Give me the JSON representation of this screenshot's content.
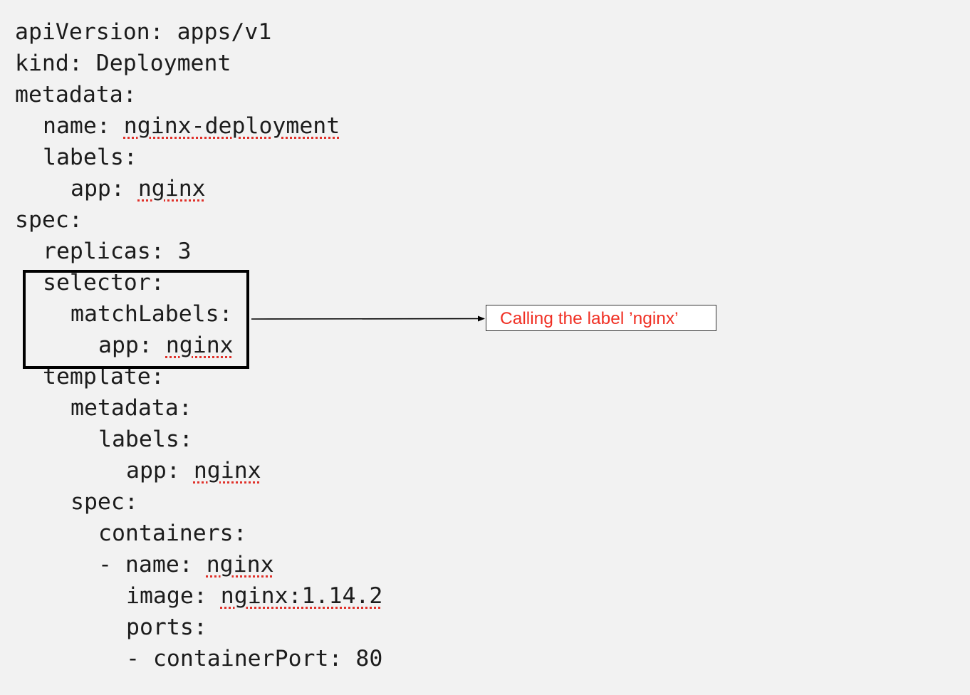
{
  "yaml": {
    "lines": [
      {
        "indent": 0,
        "parts": [
          {
            "text": "apiVersion: apps/v1"
          }
        ]
      },
      {
        "indent": 0,
        "parts": [
          {
            "text": "kind: Deployment"
          }
        ]
      },
      {
        "indent": 0,
        "parts": [
          {
            "text": "metadata:"
          }
        ]
      },
      {
        "indent": 2,
        "parts": [
          {
            "text": "name: "
          },
          {
            "text": "nginx-deployment",
            "spell": true
          }
        ]
      },
      {
        "indent": 2,
        "parts": [
          {
            "text": "labels:"
          }
        ]
      },
      {
        "indent": 4,
        "parts": [
          {
            "text": "app: "
          },
          {
            "text": "nginx",
            "spell": true
          }
        ]
      },
      {
        "indent": 0,
        "parts": [
          {
            "text": "spec:"
          }
        ]
      },
      {
        "indent": 2,
        "parts": [
          {
            "text": "replicas: 3"
          }
        ]
      },
      {
        "indent": 2,
        "parts": [
          {
            "text": "selector:"
          }
        ]
      },
      {
        "indent": 4,
        "parts": [
          {
            "text": "matchLabels:"
          }
        ]
      },
      {
        "indent": 6,
        "parts": [
          {
            "text": "app: "
          },
          {
            "text": "nginx",
            "spell": true
          }
        ]
      },
      {
        "indent": 2,
        "parts": [
          {
            "text": "template:"
          }
        ]
      },
      {
        "indent": 4,
        "parts": [
          {
            "text": "metadata:"
          }
        ]
      },
      {
        "indent": 6,
        "parts": [
          {
            "text": "labels:"
          }
        ]
      },
      {
        "indent": 8,
        "parts": [
          {
            "text": "app: "
          },
          {
            "text": "nginx",
            "spell": true
          }
        ]
      },
      {
        "indent": 4,
        "parts": [
          {
            "text": "spec:"
          }
        ]
      },
      {
        "indent": 6,
        "parts": [
          {
            "text": "containers:"
          }
        ]
      },
      {
        "indent": 6,
        "parts": [
          {
            "text": "- name: "
          },
          {
            "text": "nginx",
            "spell": true
          }
        ]
      },
      {
        "indent": 8,
        "parts": [
          {
            "text": "image: "
          },
          {
            "text": "nginx:1.14.2",
            "spell": true
          }
        ]
      },
      {
        "indent": 8,
        "parts": [
          {
            "text": "ports:"
          }
        ]
      },
      {
        "indent": 8,
        "parts": [
          {
            "text": "- containerPort: 80"
          }
        ]
      }
    ]
  },
  "annotation": {
    "callout_text": "Calling the label ’nginx’"
  },
  "colors": {
    "background": "#f2f2f2",
    "code_text": "#1c1c1c",
    "spell_underline": "#e0312a",
    "callout_text": "#f03024",
    "box_border": "#000000"
  }
}
